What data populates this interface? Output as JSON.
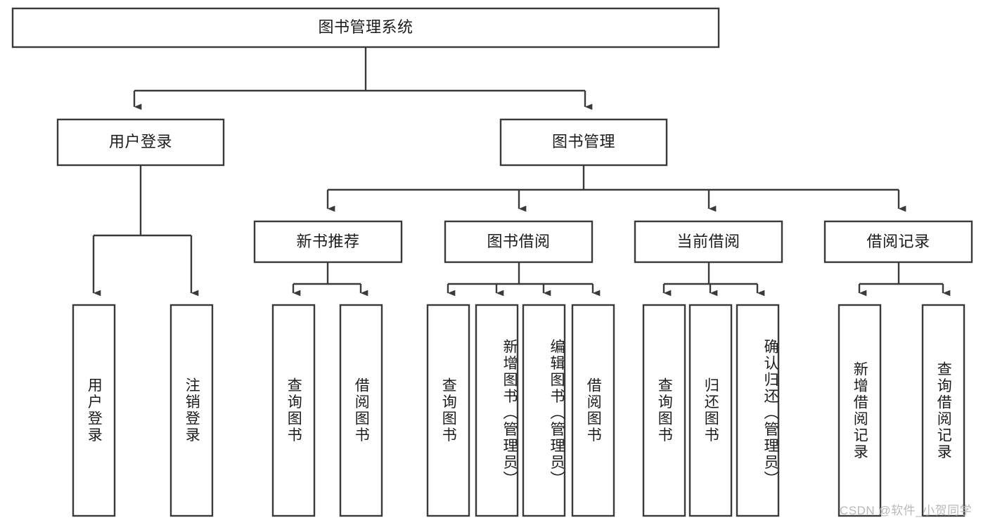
{
  "diagram": {
    "title": "图书管理系统",
    "type": "hierarchy-tree",
    "root": {
      "label": "图书管理系统",
      "children": [
        {
          "label": "用户登录",
          "children": [
            {
              "label": "用户登录"
            },
            {
              "label": "注销登录"
            }
          ]
        },
        {
          "label": "图书管理",
          "children": [
            {
              "label": "新书推荐",
              "children": [
                {
                  "label": "查询图书"
                },
                {
                  "label": "借阅图书"
                }
              ]
            },
            {
              "label": "图书借阅",
              "children": [
                {
                  "label": "查询图书"
                },
                {
                  "label": "新增图书（管理员）"
                },
                {
                  "label": "编辑图书（管理员）"
                },
                {
                  "label": "借阅图书"
                }
              ]
            },
            {
              "label": "当前借阅",
              "children": [
                {
                  "label": "查询图书"
                },
                {
                  "label": "归还图书"
                },
                {
                  "label": "确认归还（管理员）"
                }
              ]
            },
            {
              "label": "借阅记录",
              "children": [
                {
                  "label": "新增借阅记录"
                },
                {
                  "label": "查询借阅记录"
                }
              ]
            }
          ]
        }
      ]
    }
  },
  "nodes": {
    "root_title": "图书管理系统",
    "l1_user_login": "用户登录",
    "l1_book_manage": "图书管理",
    "l2_new_book_rec": "新书推荐",
    "l2_book_borrow": "图书借阅",
    "l2_current_borrow": "当前借阅",
    "l2_borrow_record": "借阅记录",
    "l3_user_login": "用户登录",
    "l3_logout": "注销登录",
    "l3_query_book_a": "查询图书",
    "l3_borrow_book_a": "借阅图书",
    "l3_query_book_b": "查询图书",
    "l3_add_book_admin": "新增图书（管理员）",
    "l3_edit_book_admin": "编辑图书（管理员）",
    "l3_borrow_book_b": "借阅图书",
    "l3_query_book_c": "查询图书",
    "l3_return_book": "归还图书",
    "l3_confirm_return_admin": "确认归还（管理员）",
    "l3_add_record": "新增借阅记录",
    "l3_query_record": "查询借阅记录"
  },
  "watermark": {
    "text": "CSDN @软件_小贺同学"
  },
  "colors": {
    "stroke": "#3a3a3a",
    "fill": "#ffffff",
    "text": "#1c1c1c",
    "watermark": "#b9b9b9"
  }
}
